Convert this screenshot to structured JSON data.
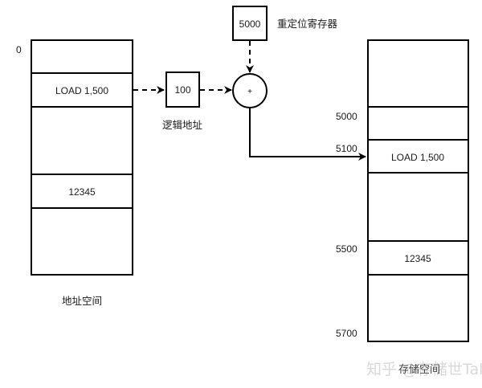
{
  "address_space": {
    "title": "地址空间",
    "start_label": "0",
    "cells": [
      "",
      "LOAD 1,500",
      "",
      "12345",
      ""
    ]
  },
  "logical_address": {
    "value": "100",
    "label": "逻辑地址"
  },
  "relocation_register": {
    "value": "5000",
    "label": "重定位寄存器"
  },
  "adder": {
    "symbol": "+"
  },
  "physical_memory": {
    "title": "存储空间",
    "cells": [
      "",
      "",
      "LOAD 1,500",
      "",
      "12345",
      ""
    ],
    "address_labels": [
      "5000",
      "5100",
      "5500",
      "5700"
    ]
  },
  "watermark": {
    "left": "知乎",
    "right": "@存储世Talk"
  }
}
